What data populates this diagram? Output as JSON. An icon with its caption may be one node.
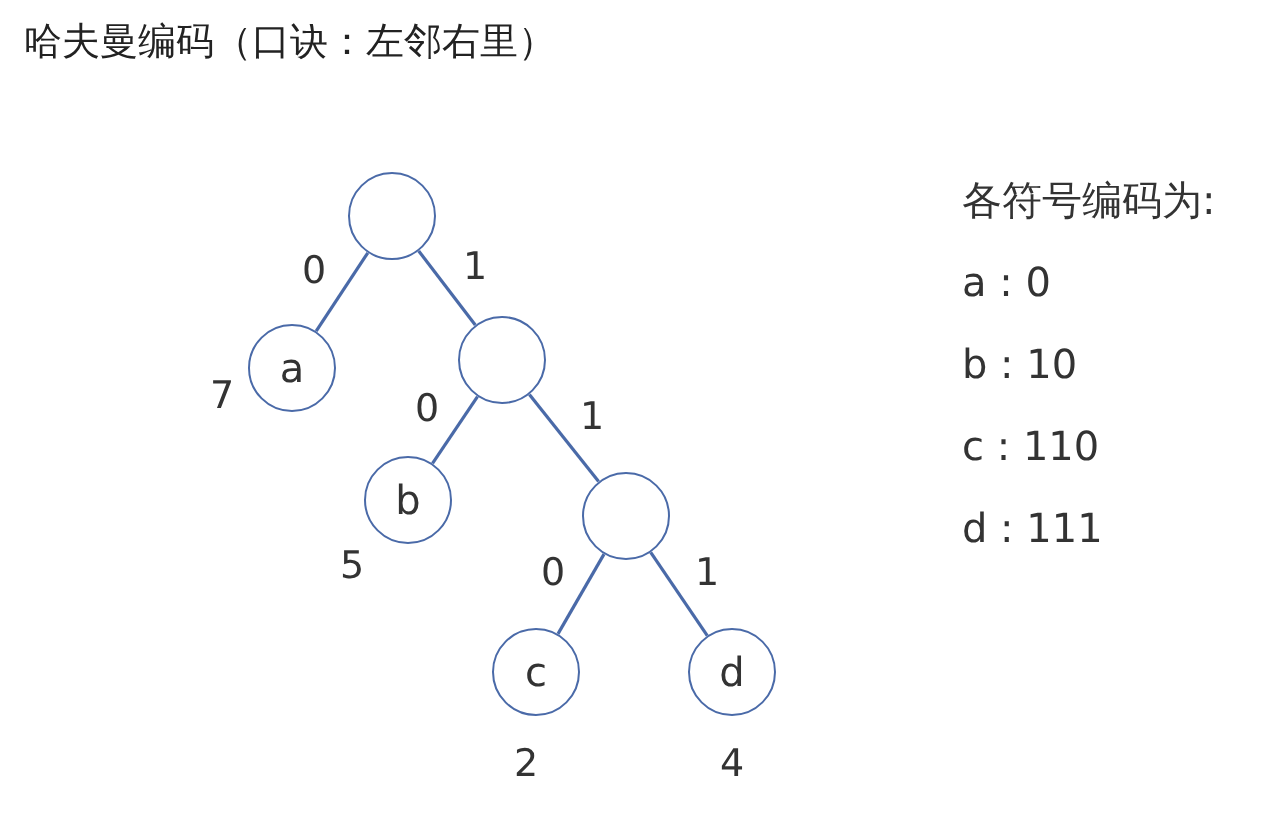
{
  "diagram": {
    "title": "哈夫曼编码（口诀：左邻右里）",
    "nodes": [
      {
        "text": [],
        "shape": "circle"
      },
      {
        "text": [
          "a"
        ],
        "beside": [
          "7"
        ]
      },
      {
        "text": [],
        "shape": "circle"
      },
      {
        "text": [
          "b"
        ],
        "beside": [
          "5"
        ]
      },
      {
        "text": [],
        "shape": "circle"
      },
      {
        "text": [
          "c"
        ],
        "beside": [
          "2"
        ]
      },
      {
        "text": [
          "d"
        ],
        "beside": [
          "4"
        ]
      }
    ],
    "edges": [
      {
        "from": 0,
        "to": 1,
        "arrow": "none",
        "label": "0"
      },
      {
        "from": 0,
        "to": 2,
        "arrow": "none",
        "label": "1"
      },
      {
        "from": 2,
        "to": 3,
        "arrow": "none",
        "label": "0"
      },
      {
        "from": 2,
        "to": 4,
        "arrow": "none",
        "label": "1"
      },
      {
        "from": 4,
        "to": 5,
        "arrow": "none",
        "label": "0"
      },
      {
        "from": 4,
        "to": 6,
        "arrow": "none",
        "label": "1"
      }
    ],
    "labels": [
      "各符号编码为:",
      "a : 0",
      "b : 10",
      "c : 110",
      "d : 111"
    ]
  }
}
